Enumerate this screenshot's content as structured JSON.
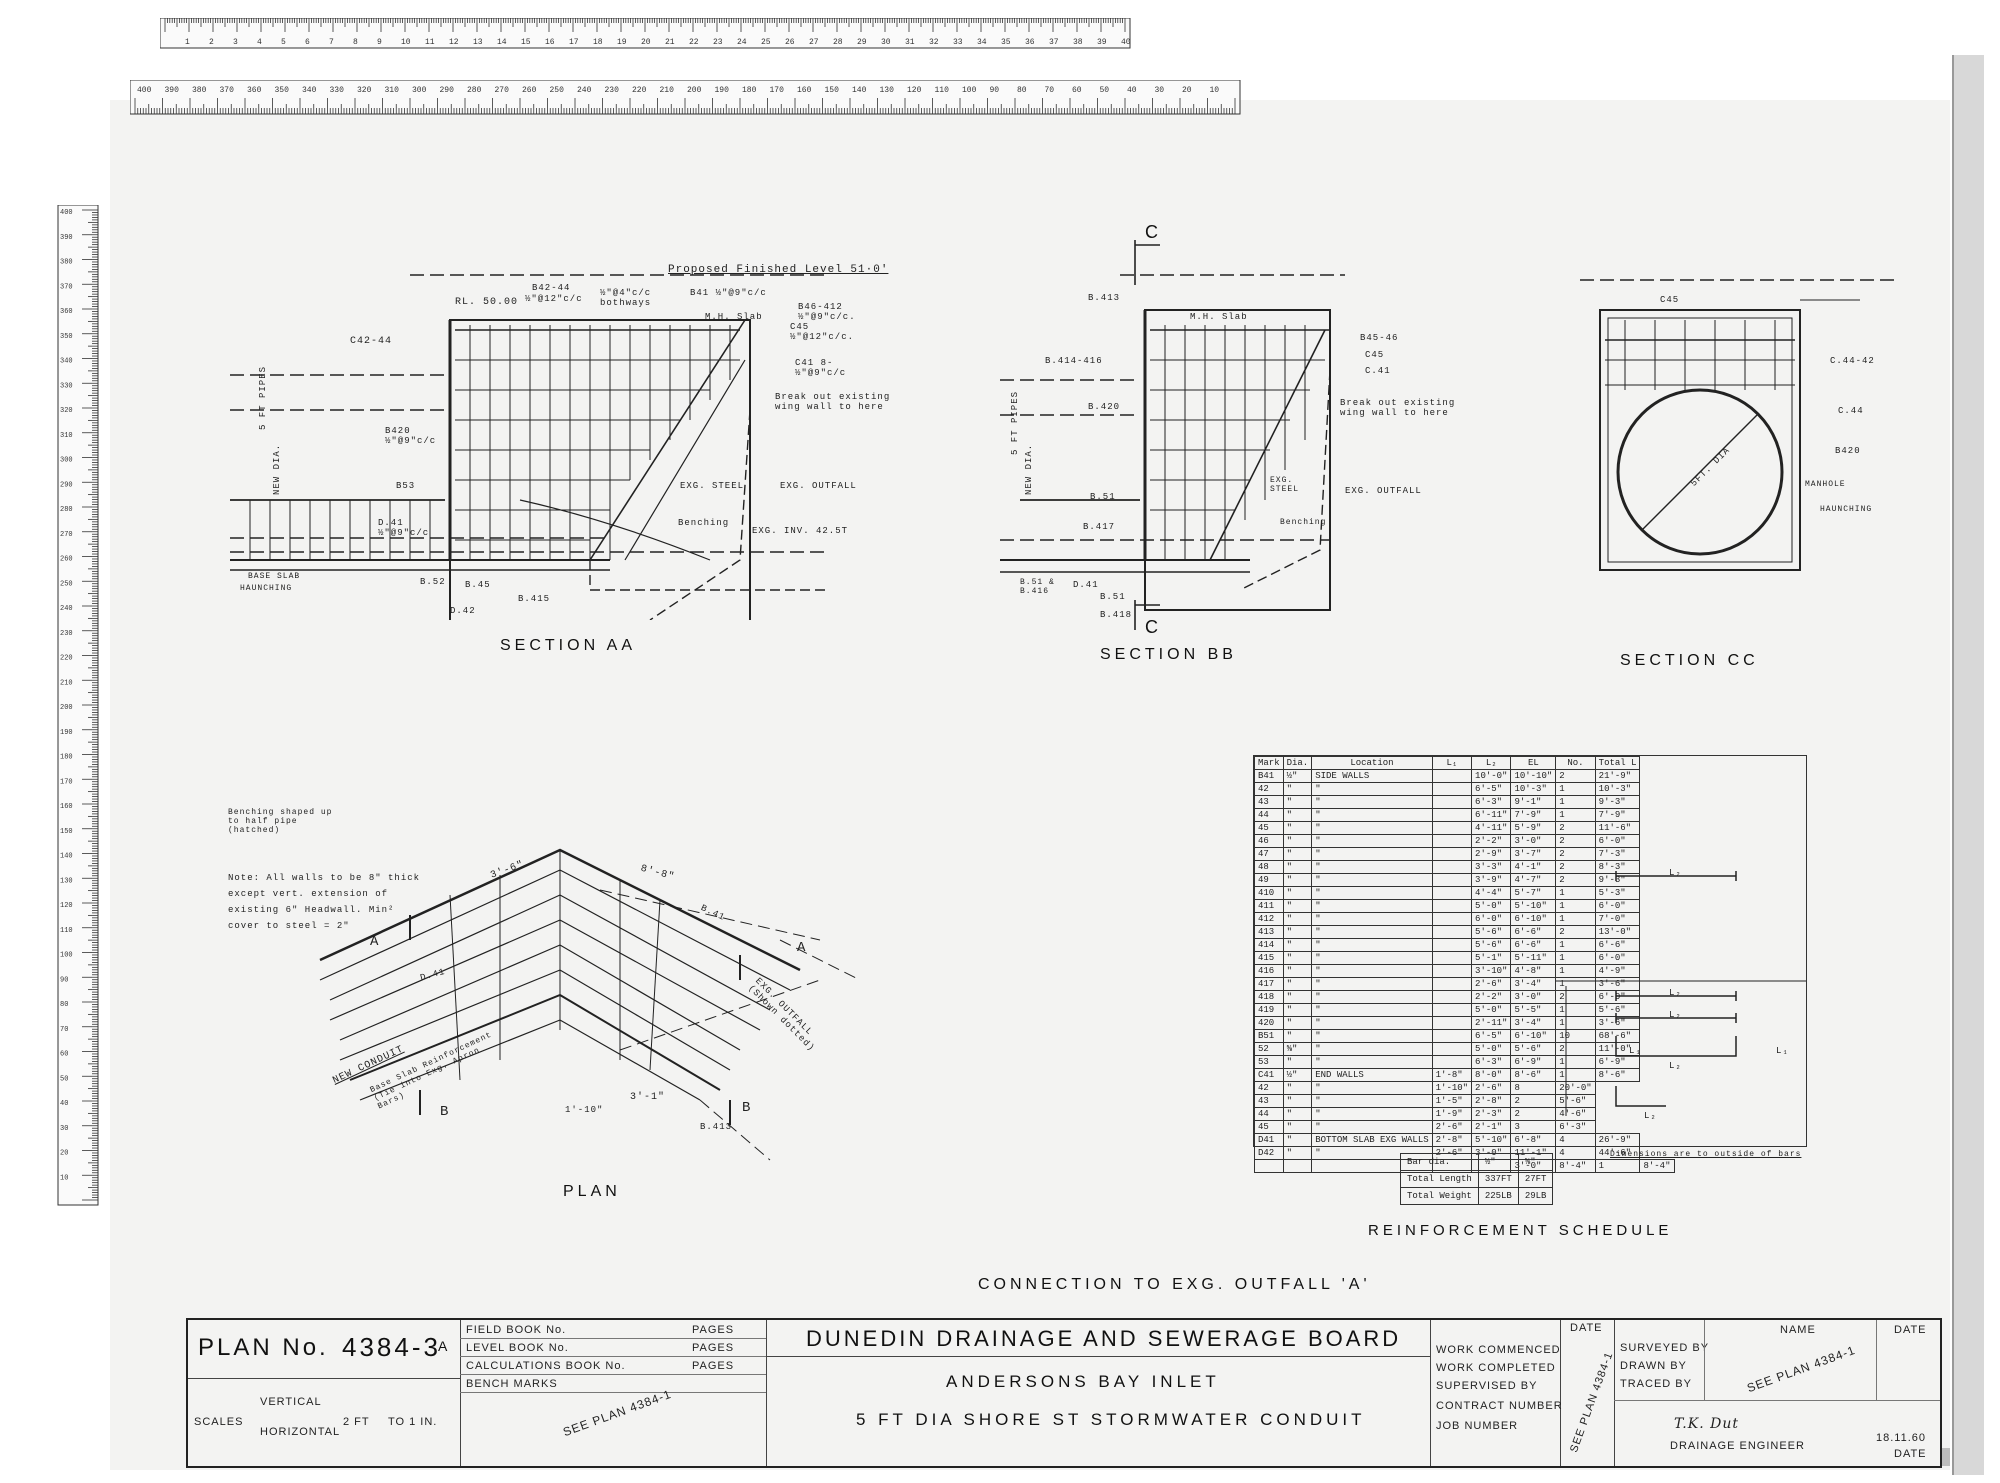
{
  "rulers": {
    "top_cm": [
      "1",
      "2",
      "3",
      "4",
      "5",
      "6",
      "7",
      "8",
      "9",
      "10",
      "11",
      "12",
      "13",
      "14",
      "15",
      "16",
      "17",
      "18",
      "19",
      "20",
      "21",
      "22",
      "23",
      "24",
      "25",
      "26",
      "27",
      "28",
      "29",
      "30",
      "31",
      "32",
      "33",
      "34",
      "35",
      "36",
      "37",
      "38",
      "39",
      "40"
    ],
    "top_mm": [
      "400",
      "390",
      "380",
      "370",
      "360",
      "350",
      "340",
      "330",
      "320",
      "310",
      "300",
      "290",
      "280",
      "270",
      "260",
      "250",
      "240",
      "230",
      "220",
      "210",
      "200",
      "190",
      "180",
      "170",
      "160",
      "150",
      "140",
      "130",
      "120",
      "110",
      "100",
      "90",
      "80",
      "70",
      "60",
      "50",
      "40",
      "30",
      "20",
      "10"
    ],
    "left_mm": [
      "400",
      "390",
      "380",
      "370",
      "360",
      "350",
      "340",
      "330",
      "320",
      "310",
      "300",
      "290",
      "280",
      "270",
      "260",
      "250",
      "240",
      "230",
      "220",
      "210",
      "200",
      "190",
      "180",
      "170",
      "160",
      "150",
      "140",
      "130",
      "120",
      "110",
      "100",
      "90",
      "80",
      "70",
      "60",
      "50",
      "40",
      "30",
      "20",
      "10"
    ]
  },
  "section_aa": {
    "title": "SECTION  AA",
    "proposed_level": "Proposed Finished Level 51·0'",
    "rl": "RL. 50.00",
    "labels": [
      "B42-44",
      "½\"@12\"c/c",
      "½\"@4\"c/c bothways",
      "B41 ½\"@9\"c/c",
      "M.H. Slab",
      "B46-412 ½\"@9\"c/c.",
      "C45 ½\"@12\"c/c.",
      "C42-44",
      "C41 8-½\"@9\"c/c",
      "Break out existing wing wall to here",
      "B420 ½\"@9\"c/c",
      "5 FT PIPES",
      "NEW DIA.",
      "B53",
      "D.41 ½\"@9\"c/c",
      "EXG. STEEL",
      "EXG. OUTFALL",
      "Benching",
      "EXG. INV. 42.5T",
      "BASE SLAB",
      "HAUNCHING",
      "B.52",
      "B.45",
      "B.415",
      "D.42"
    ]
  },
  "section_bb": {
    "title": "SECTION   BB",
    "section_marker": "C",
    "labels": [
      "B.413",
      "M.H. Slab",
      "B45-46",
      "C45",
      "C.41",
      "B.414-416",
      "B.420",
      "Break out existing wing wall to here",
      "5 FT PIPES",
      "NEW DIA.",
      "B.51",
      "B.417",
      "EXG. STEEL",
      "EXG. OUTFALL",
      "Benching",
      "B.51 & B.416",
      "D.41",
      "B.51",
      "B.418"
    ]
  },
  "section_cc": {
    "title": "SECTION   CC",
    "labels": [
      "C45",
      "C.44-42",
      "C.44",
      "B420",
      "MANHOLE",
      "HAUNCHING",
      "5FT. DIA"
    ]
  },
  "plan": {
    "title": "PLAN",
    "labels": [
      "Benching shaped up to half pipe (hatched)",
      "Note:  All walls to be 8\" thick except vert. extension of existing 6\" Headwall. Min² cover to steel = 2\"",
      "3'-6\"",
      "8'-8\"",
      "B.41",
      "A",
      "A",
      "D.41",
      "EXG. OUTFALL (Shown dotted)",
      "NEW CONDUIT",
      "Base Slab Reinforcement (Tie into Exg. Apron Bars)",
      "B",
      "B",
      "1'-10\"",
      "3'-1\"",
      "B.413"
    ]
  },
  "schedule": {
    "title": "REINFORCEMENT    SCHEDULE",
    "headers": [
      "Mark",
      "Dia.",
      "Location",
      "L₁",
      "L₂",
      "EL",
      "No.",
      "Total L"
    ],
    "rows": [
      [
        "B41",
        "½\"",
        "SIDE WALLS",
        "",
        "10'-0\"",
        "10'-10\"",
        "2",
        "21'-9\""
      ],
      [
        "42",
        "\"",
        "\"",
        "",
        "6'-5\"",
        "10'-3\"",
        "1",
        "10'-3\""
      ],
      [
        "43",
        "\"",
        "\"",
        "",
        "6'-3\"",
        "9'-1\"",
        "1",
        "9'-3\""
      ],
      [
        "44",
        "\"",
        "\"",
        "",
        "6'-11\"",
        "7'-9\"",
        "1",
        "7'-9\""
      ],
      [
        "45",
        "\"",
        "\"",
        "",
        "4'-11\"",
        "5'-9\"",
        "2",
        "11'-6\""
      ],
      [
        "46",
        "\"",
        "\"",
        "",
        "2'-2\"",
        "3'-0\"",
        "2",
        "6'-0\""
      ],
      [
        "47",
        "\"",
        "\"",
        "",
        "2'-9\"",
        "3'-7\"",
        "2",
        "7'-3\""
      ],
      [
        "48",
        "\"",
        "\"",
        "",
        "3'-3\"",
        "4'-1\"",
        "2",
        "8'-3\""
      ],
      [
        "49",
        "\"",
        "\"",
        "",
        "3'-9\"",
        "4'-7\"",
        "2",
        "9'-3\""
      ],
      [
        "410",
        "\"",
        "\"",
        "",
        "4'-4\"",
        "5'-7\"",
        "1",
        "5'-3\""
      ],
      [
        "411",
        "\"",
        "\"",
        "",
        "5'-0\"",
        "5'-10\"",
        "1",
        "6'-0\""
      ],
      [
        "412",
        "\"",
        "\"",
        "",
        "6'-0\"",
        "6'-10\"",
        "1",
        "7'-0\""
      ],
      [
        "413",
        "\"",
        "\"",
        "",
        "5'-6\"",
        "6'-6\"",
        "2",
        "13'-0\""
      ],
      [
        "414",
        "\"",
        "\"",
        "",
        "5'-6\"",
        "6'-6\"",
        "1",
        "6'-6\""
      ],
      [
        "415",
        "\"",
        "\"",
        "",
        "5'-1\"",
        "5'-11\"",
        "1",
        "6'-0\""
      ],
      [
        "416",
        "\"",
        "\"",
        "",
        "3'-10\"",
        "4'-8\"",
        "1",
        "4'-9\""
      ],
      [
        "417",
        "\"",
        "\"",
        "",
        "2'-6\"",
        "3'-4\"",
        "1",
        "3'-6\""
      ],
      [
        "418",
        "\"",
        "\"",
        "",
        "2'-2\"",
        "3'-0\"",
        "2",
        "6'-0\""
      ],
      [
        "419",
        "\"",
        "\"",
        "",
        "5'-0\"",
        "5'-5\"",
        "1",
        "5'-6\""
      ],
      [
        "420",
        "\"",
        "\"",
        "",
        "2'-11\"",
        "3'-4\"",
        "1",
        "3'-6\""
      ],
      [
        "B51",
        "\"",
        "\"",
        "",
        "6'-5\"",
        "6'-10\"",
        "10",
        "68'-6\""
      ],
      [
        "52",
        "⅝\"",
        "\"",
        "",
        "5'-0\"",
        "5'-6\"",
        "2",
        "11'-0\""
      ],
      [
        "53",
        "\"",
        "\"",
        "",
        "6'-3\"",
        "6'-9\"",
        "1",
        "6'-9\""
      ],
      [
        "C41",
        "½\"",
        "END WALLS",
        "1'-8\"",
        "8'-0\"",
        "8'-6\"",
        "1",
        "8'-6\""
      ],
      [
        "42",
        "\"",
        "\"",
        "1'-10\"",
        "2'-6\"",
        "8",
        "20'-0\""
      ],
      [
        "43",
        "\"",
        "\"",
        "1'-5\"",
        "2'-8\"",
        "2",
        "5'-6\""
      ],
      [
        "44",
        "\"",
        "\"",
        "1'-9\"",
        "2'-3\"",
        "2",
        "4'-6\""
      ],
      [
        "45",
        "\"",
        "\"",
        "2'-6\"",
        "2'-1\"",
        "3",
        "6'-3\""
      ],
      [
        "D41",
        "\"",
        "BOTTOM SLAB EXG WALLS",
        "2'-8\"",
        "5'-10\"",
        "6'-8\"",
        "4",
        "26'-9\""
      ],
      [
        "D42",
        "\"",
        "\"",
        "2'-6\"",
        "3'-0\"",
        "11'-1\"",
        "4",
        "44'-6\""
      ]
    ],
    "last_row": [
      "",
      "",
      "",
      "",
      "",
      "3'-0\"",
      "8'-4\"",
      "1",
      "8'-4\""
    ],
    "note": "Dimensions are to outside of bars",
    "totals_headers": [
      "Bar dia.",
      "½\"",
      "⅝\""
    ],
    "totals_rows": [
      [
        "Total Length",
        "337FT",
        "27FT"
      ],
      [
        "Total Weight",
        "225LB",
        "29LB"
      ]
    ],
    "shape_label_l1": "L₁",
    "shape_label_l2": "L₂"
  },
  "connection_title": "CONNECTION  TO  EXG.  OUTFALL  'A'",
  "title_block": {
    "plan_label": "PLAN  No.",
    "plan_number": "4384-3",
    "plan_suffix": "A",
    "scales_label": "SCALES",
    "vertical": "VERTICAL",
    "horizontal": "HORIZONTAL",
    "scale_value": "2 FT",
    "scale_to": "TO 1 IN.",
    "field_book": "FIELD BOOK No.",
    "level_book": "LEVEL BOOK No.",
    "calc_book": "CALCULATIONS BOOK No.",
    "bench_marks": "BENCH MARKS",
    "pages": "PAGES",
    "see_plan_diag": "SEE PLAN 4384-1",
    "board": "DUNEDIN  DRAINAGE  AND  SEWERAGE  BOARD",
    "project_1": "ANDERSONS  BAY  INLET",
    "project_2": "5 FT  DIA  SHORE  ST  STORMWATER  CONDUIT",
    "work_commenced": "WORK COMMENCED",
    "work_completed": "WORK COMPLETED",
    "supervised_by": "SUPERVISED BY",
    "contract_number": "CONTRACT NUMBER",
    "job_number": "JOB NUMBER",
    "date": "DATE",
    "see_plan_vertical": "SEE PLAN 4384-1",
    "surveyed_by": "SURVEYED BY",
    "drawn_by": "DRAWN BY",
    "traced_by": "TRACED BY",
    "name": "NAME",
    "see_plan_names": "SEE PLAN 4384-1",
    "signature_text": "T.K. Dut",
    "drainage_engineer": "DRAINAGE ENGINEER",
    "sign_date": "18.11.60"
  }
}
